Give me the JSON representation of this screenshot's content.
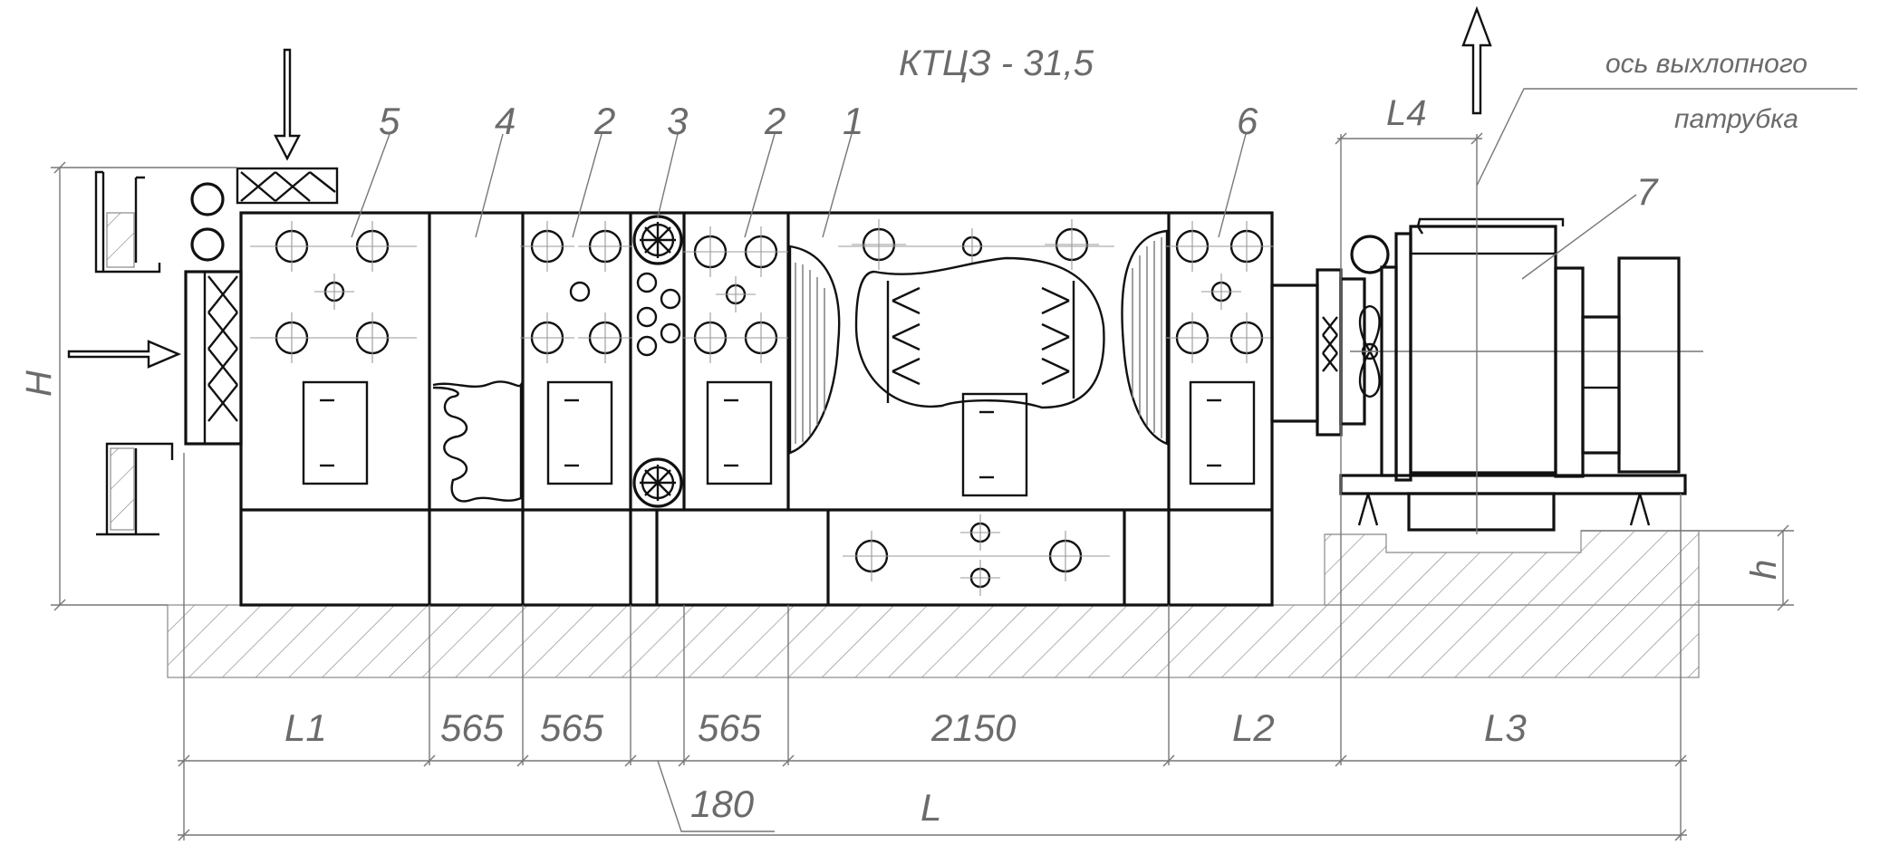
{
  "title": "КТЦЗ - 31,5",
  "note": {
    "line1": "ось выхлопного",
    "line2": "патрубка"
  },
  "callouts": {
    "n1": "1",
    "n2a": "2",
    "n2b": "2",
    "n3": "3",
    "n4": "4",
    "n5": "5",
    "n6": "6",
    "n7": "7"
  },
  "dimensions": {
    "L1": "L1",
    "d565a": "565",
    "d565b": "565",
    "d565c": "565",
    "d2150": "2150",
    "L2": "L2",
    "L3": "L3",
    "d180": "180",
    "L": "L",
    "L4": "L4",
    "H": "H",
    "h": "h"
  }
}
